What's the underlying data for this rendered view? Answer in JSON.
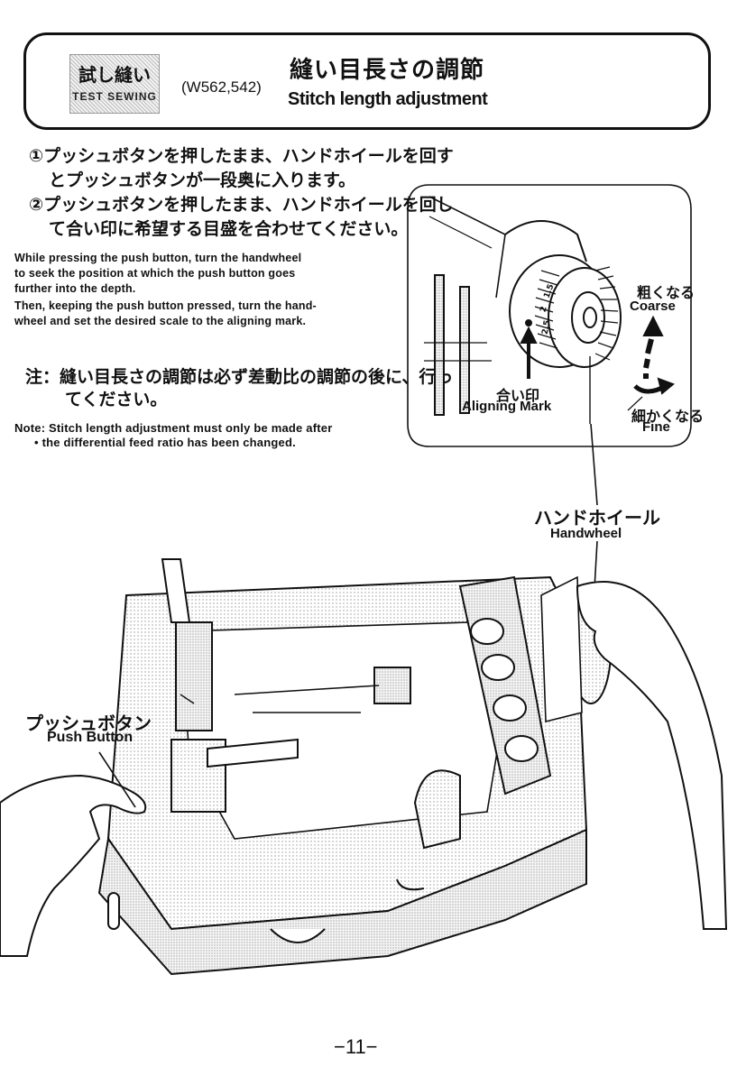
{
  "header": {
    "badge_jp": "試し縫い",
    "badge_en": "TEST SEWING",
    "model": "(W562,542)",
    "title_jp": "縫い目長さの調節",
    "title_en": "Stitch length adjustment"
  },
  "instructions": {
    "step1_line1": "①プッシュボタンを押したまま、ハンドホイールを回す",
    "step1_line2": "とプッシュボタンが一段奥に入ります。",
    "step2_line1": "②プッシュボタンを押したまま、ハンドホイールを回し",
    "step2_line2": "て合い印に希望する目盛を合わせてください。",
    "en_lines": [
      "While pressing the push button, turn the handwheel",
      "to seek the position at which the push button goes",
      "further into the depth.",
      "Then, keeping the push button pressed, turn the hand-",
      "wheel and set the desired scale to the aligning mark."
    ]
  },
  "note": {
    "jp_line1": "注：縫い目長さの調節は必ず差動比の調節の後に、行っ",
    "jp_line2": "てください。",
    "en_line1": "Note: Stitch length adjustment must only be made after",
    "en_line2": "• the differential feed ratio has been changed."
  },
  "detail_labels": {
    "coarse_jp": "粗くなる",
    "coarse_en": "Coarse",
    "fine_jp": "細かくなる",
    "fine_en": "Fine",
    "aligning_jp": "合い印",
    "aligning_en": "Aligning Mark"
  },
  "callouts": {
    "handwheel_jp": "ハンドホイール",
    "handwheel_en": "Handwheel",
    "push_button_jp": "プッシュボタン",
    "push_button_en": "Push Button"
  },
  "dial_scale": [
    "1.5",
    "2",
    "2.5"
  ],
  "page_number": "−11−"
}
